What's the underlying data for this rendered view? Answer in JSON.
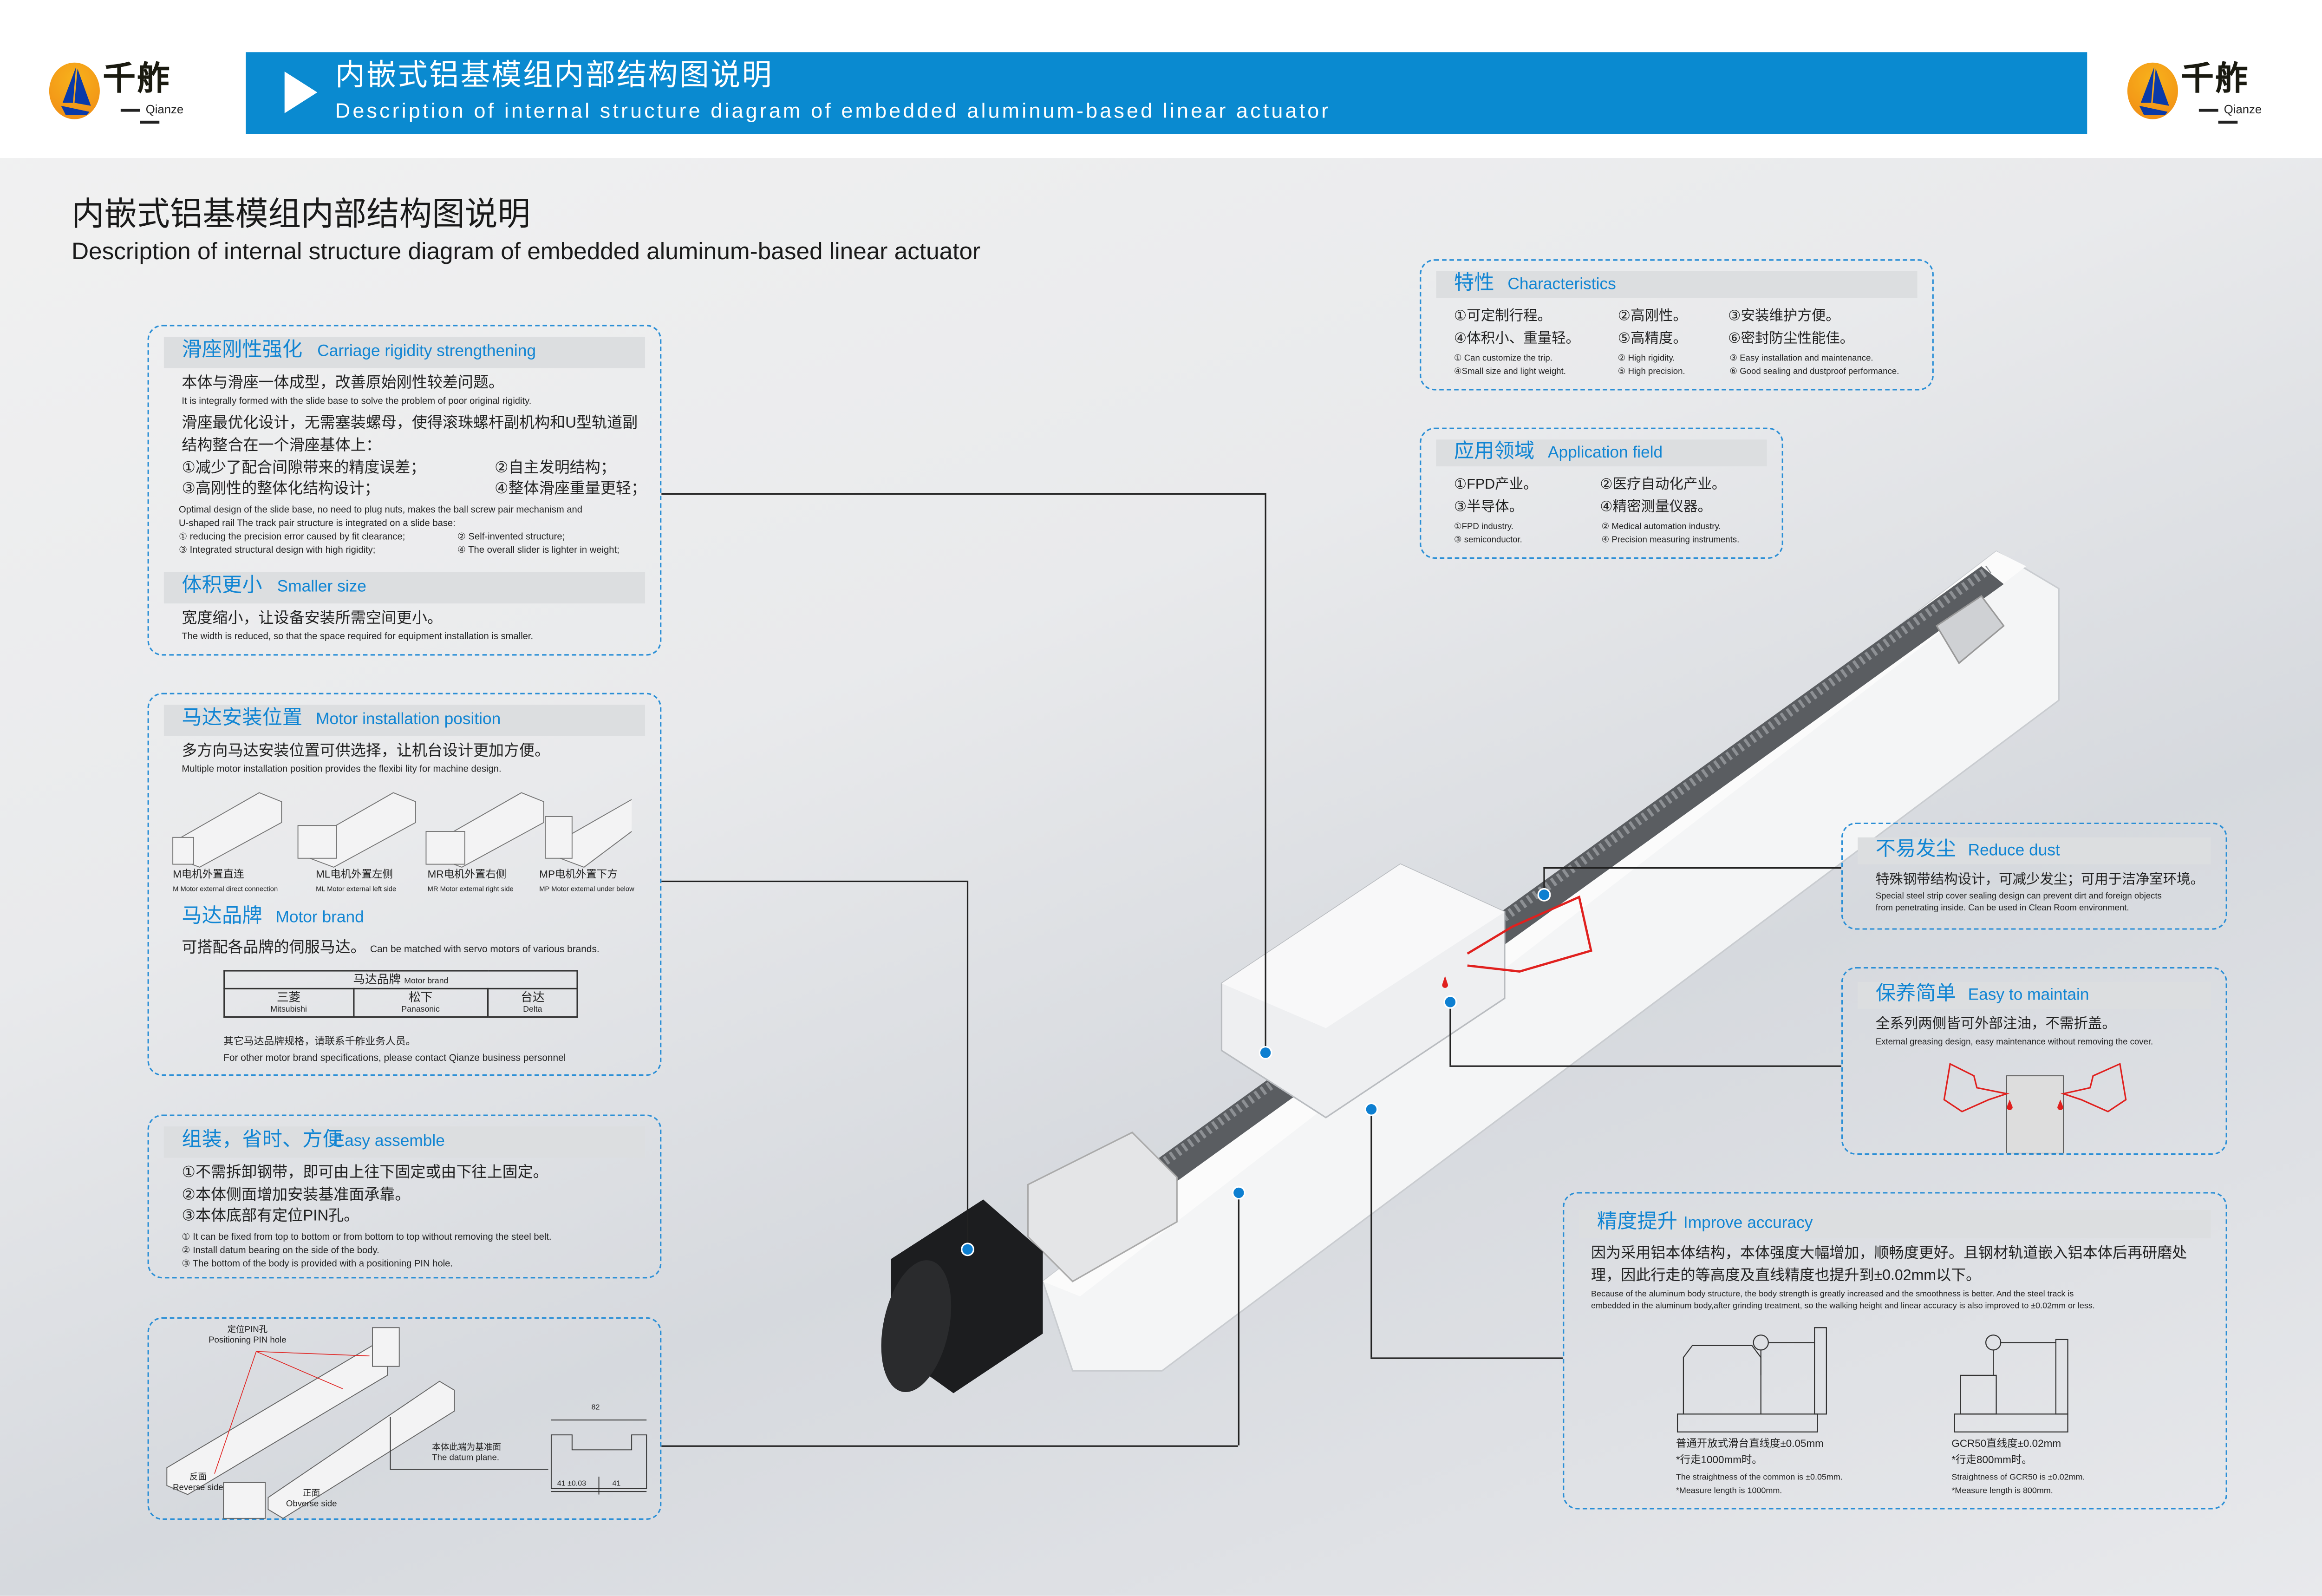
{
  "logo": {
    "cn": "千舴",
    "en": "Qianze"
  },
  "banner": {
    "title_cn": "内嵌式铝基模组内部结构图说明",
    "title_en": "Description of internal structure diagram of embedded aluminum-based linear actuator"
  },
  "page": {
    "title_cn": "内嵌式铝基模组内部结构图说明",
    "title_en": "Description of internal structure diagram of embedded aluminum-based  linear actuator"
  },
  "rigidity": {
    "title_cn": "滑座刚性强化",
    "title_en": "Carriage rigidity strengthening",
    "p1_cn": "本体与滑座一体成型，改善原始刚性较差问题。",
    "p1_en": "It is integrally formed with the slide base to solve the problem of poor original rigidity.",
    "p2_cn_a": "滑座最优化设计，无需塞装螺母，使得滚珠螺杆副机构和U型轨道副",
    "p2_cn_b": "结构整合在一个滑座基体上：",
    "items_cn": [
      "①减少了配合间隙带来的精度误差；",
      "②自主发明结构；",
      "③高刚性的整体化结构设计；",
      "④整体滑座重量更轻；"
    ],
    "p2_en_a": "Optimal design of the slide base, no need to plug nuts, makes the ball screw pair mechanism and",
    "p2_en_b": "U-shaped rail The track pair structure is integrated on a slide base:",
    "items_en": [
      "① reducing the precision error caused by fit clearance;",
      "② Self-invented structure;",
      "③ Integrated structural design with high rigidity;",
      "④ The overall slider is lighter in weight;"
    ]
  },
  "size": {
    "title_cn": "体积更小",
    "title_en": "Smaller size",
    "p_cn": "宽度缩小，让设备安装所需空间更小。",
    "p_en": "The width is reduced, so that the space required for equipment installation is smaller."
  },
  "motor_pos": {
    "title_cn": "马达安装位置",
    "title_en": "Motor installation position",
    "p_cn": "多方向马达安装位置可供选择，让机台设计更加方便。",
    "p_en": "Multiple motor installation position provides the flexibi lity for machine design.",
    "options": [
      {
        "cn": "M电机外置直连",
        "en": "M Motor  external direct connection"
      },
      {
        "cn": "ML电机外置左侧",
        "en": "ML Motor external left side"
      },
      {
        "cn": "MR电机外置右侧",
        "en": "MR Motor external right side"
      },
      {
        "cn": "MP电机外置下方",
        "en": "MP Motor external under below"
      }
    ]
  },
  "brand": {
    "title_cn": "马达品牌",
    "title_en": "Motor brand",
    "p_cn": "可搭配各品牌的伺服马达。",
    "p_en": "Can be matched with servo motors of various brands.",
    "table_head_cn": "马达品牌",
    "table_head_en": "Motor brand",
    "brands": [
      {
        "cn": "三菱",
        "en": "Mitsubishi"
      },
      {
        "cn": "松下",
        "en": "Panasonic"
      },
      {
        "cn": "台达",
        "en": "Delta"
      }
    ],
    "note_cn": "其它马达品牌规格，请联系千舴业务人员。",
    "note_en": "For other motor brand specifications, please contact Qianze business personnel"
  },
  "assemble": {
    "title_cn": "组装，省时、方便",
    "title_en": "Easy assemble",
    "items_cn": [
      "①不需拆卸钢带，即可由上往下固定或由下往上固定。",
      "②本体侧面增加安装基准面承靠。",
      "③本体底部有定位PIN孔。"
    ],
    "items_en": [
      "① It can be fixed from top to bottom or from bottom to top without removing the steel belt.",
      "② Install datum bearing on the side of the body.",
      "③ The bottom of the body is provided with a positioning PIN hole."
    ]
  },
  "drawing": {
    "pin_cn": "定位PIN孔",
    "pin_en": "Positioning PIN hole",
    "reverse_cn": "反面",
    "reverse_en": "Reverse side",
    "obverse_cn": "正面",
    "obverse_en": "Obverse side",
    "datum_cn": "本体此端为基准面",
    "datum_en": "The datum plane.",
    "dim_width": "82",
    "dim_left": "41 ±0.03",
    "dim_right": "41"
  },
  "characteristics": {
    "title_cn": "特性",
    "title_en": "Characteristics",
    "items_cn": [
      "①可定制行程。",
      "②高刚性。",
      "③安装维护方便。",
      "④体积小、重量轻。",
      "⑤高精度。",
      "⑥密封防尘性能佳。"
    ],
    "items_en": [
      "① Can customize the trip.",
      "② High rigidity.",
      "③ Easy installation and maintenance.",
      "④Small size and light weight.",
      "⑤ High precision.",
      "⑥ Good sealing and dustproof performance."
    ]
  },
  "application": {
    "title_cn": "应用领域",
    "title_en": "Application field",
    "items_cn": [
      "①FPD产业。",
      "②医疗自动化产业。",
      "③半导体。",
      "④精密测量仪器。"
    ],
    "items_en": [
      "①FPD industry.",
      "② Medical automation industry.",
      "③ semiconductor.",
      "④ Precision measuring instruments."
    ]
  },
  "dust": {
    "title_cn": "不易发尘",
    "title_en": "Reduce dust",
    "p_cn": "特殊钢带结构设计，可减少发尘；可用于洁净室环境。",
    "p_en_a": "Special steel strip cover sealing design can prevent dirt and foreign objects",
    "p_en_b": "from penetrating inside. Can be used in Clean Room environment."
  },
  "maintain": {
    "title_cn": "保养简单",
    "title_en": "Easy to maintain",
    "p_cn": "全系列两侧皆可外部注油，不需折盖。",
    "p_en": "External greasing design, easy maintenance without removing the cover."
  },
  "accuracy": {
    "title_cn": "精度提升",
    "title_en": "Improve accuracy",
    "p_cn_a": "因为采用铝本体结构，本体强度大幅增加，顺畅度更好。且钢材轨道嵌入铝本体后再研磨处",
    "p_cn_b": "理，因此行走的等高度及直线精度也提升到±0.02mm以下。",
    "p_en_a": "Because of the aluminum body structure, the body strength is greatly increased and the smoothness is better. And the steel track is",
    "p_en_b": "embedded in the aluminum body,after grinding treatment, so the walking height and linear accuracy is also improved to ±0.02mm or less.",
    "left": {
      "l1": "普通开放式滑台直线度±0.05mm",
      "l2": "*行走1000mm时。",
      "l3": "The straightness of the common is ±0.05mm.",
      "l4": "*Measure length is 1000mm."
    },
    "right": {
      "l1": "GCR50直线度±0.02mm",
      "l2": "*行走800mm时。",
      "l3": "Straightness of GCR50  is ±0.02mm.",
      "l4": "*Measure length is 800mm."
    }
  },
  "colors": {
    "accent": "#0a8ad0",
    "heading": "#1185d3",
    "callout": "#0d7fd1",
    "grease": "#e0201e"
  }
}
